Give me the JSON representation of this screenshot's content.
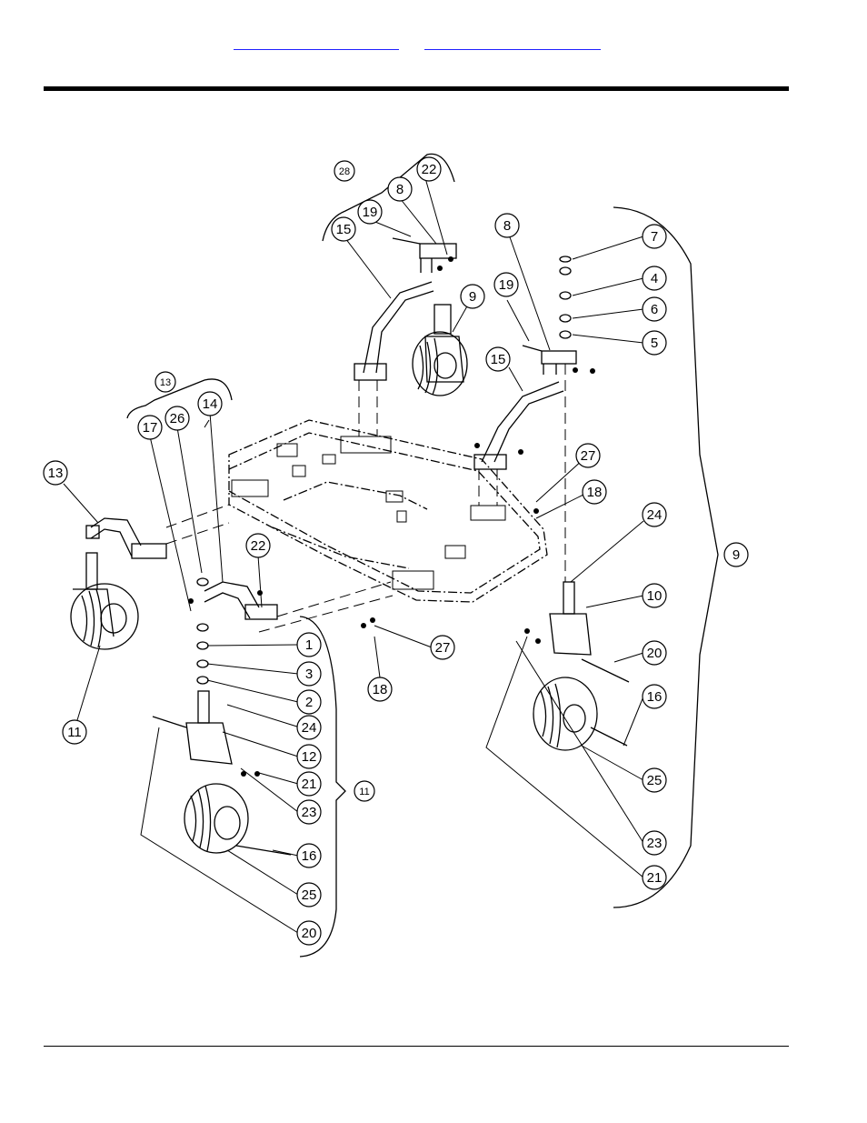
{
  "header": {
    "links": [
      {
        "id": "link-1",
        "text": ""
      },
      {
        "id": "link-2",
        "text": ""
      }
    ]
  },
  "diagram": {
    "callouts": [
      {
        "id": "c28",
        "label": "28"
      },
      {
        "id": "c22a",
        "label": "22"
      },
      {
        "id": "c8a",
        "label": "8"
      },
      {
        "id": "c19a",
        "label": "19"
      },
      {
        "id": "c15a",
        "label": "15"
      },
      {
        "id": "c9a",
        "label": "9"
      },
      {
        "id": "c8b",
        "label": "8"
      },
      {
        "id": "c7",
        "label": "7"
      },
      {
        "id": "c4",
        "label": "4"
      },
      {
        "id": "c19b",
        "label": "19"
      },
      {
        "id": "c6",
        "label": "6"
      },
      {
        "id": "c5",
        "label": "5"
      },
      {
        "id": "c15b",
        "label": "15"
      },
      {
        "id": "c13g",
        "label": "13"
      },
      {
        "id": "c17",
        "label": "17"
      },
      {
        "id": "c26",
        "label": "26"
      },
      {
        "id": "c14",
        "label": "14"
      },
      {
        "id": "c13",
        "label": "13"
      },
      {
        "id": "c27a",
        "label": "27"
      },
      {
        "id": "c18a",
        "label": "18"
      },
      {
        "id": "c22b",
        "label": "22"
      },
      {
        "id": "c24a",
        "label": "24"
      },
      {
        "id": "c9g",
        "label": "9"
      },
      {
        "id": "c10",
        "label": "10"
      },
      {
        "id": "c1",
        "label": "1"
      },
      {
        "id": "c3",
        "label": "3"
      },
      {
        "id": "c2",
        "label": "2"
      },
      {
        "id": "c27b",
        "label": "27"
      },
      {
        "id": "c18b",
        "label": "18"
      },
      {
        "id": "c20a",
        "label": "20"
      },
      {
        "id": "c16a",
        "label": "16"
      },
      {
        "id": "c11",
        "label": "11"
      },
      {
        "id": "c24b",
        "label": "24"
      },
      {
        "id": "c12",
        "label": "12"
      },
      {
        "id": "c25a",
        "label": "25"
      },
      {
        "id": "c21a",
        "label": "21"
      },
      {
        "id": "c11g",
        "label": "11"
      },
      {
        "id": "c23a",
        "label": "23"
      },
      {
        "id": "c23b",
        "label": "23"
      },
      {
        "id": "c16b",
        "label": "16"
      },
      {
        "id": "c21b",
        "label": "21"
      },
      {
        "id": "c25b",
        "label": "25"
      },
      {
        "id": "c20b",
        "label": "20"
      }
    ]
  }
}
